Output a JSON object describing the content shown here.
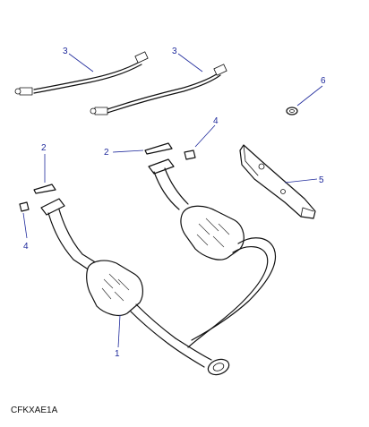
{
  "diagram": {
    "code": "CFKXAE1A",
    "callouts": {
      "c1": "1",
      "c2a": "2",
      "c2b": "2",
      "c3a": "3",
      "c3b": "3",
      "c4a": "4",
      "c4b": "4",
      "c5": "5",
      "c6": "6"
    },
    "colors": {
      "callout": "#1f2a9c",
      "line": "#111111"
    }
  }
}
